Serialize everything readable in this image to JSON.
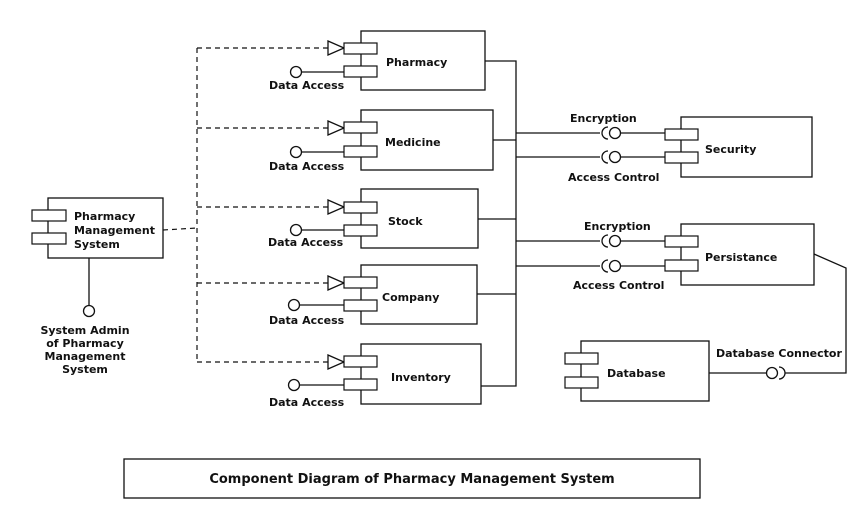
{
  "title": "Component Diagram of Pharmacy Management System",
  "components": {
    "pms": "Pharmacy\nManagement\nSystem",
    "pharmacy": "Pharmacy",
    "medicine": "Medicine",
    "stock": "Stock",
    "company": "Company",
    "inventory": "Inventory",
    "security": "Security",
    "persistance": "Persistance",
    "database": "Database"
  },
  "interfaces": {
    "pharmacy_access": "Data Access",
    "medicine_access": "Data Access",
    "stock_access": "Data Access",
    "company_access": "Data Access",
    "inventory_access": "Data Access",
    "security_encryption": "Encryption",
    "security_access_control": "Access Control",
    "persistance_encryption": "Encryption",
    "persistance_access_control": "Access Control",
    "database_connector": "Database Connector",
    "system_admin": "System Admin\nof Pharmacy\nManagement\nSystem"
  }
}
